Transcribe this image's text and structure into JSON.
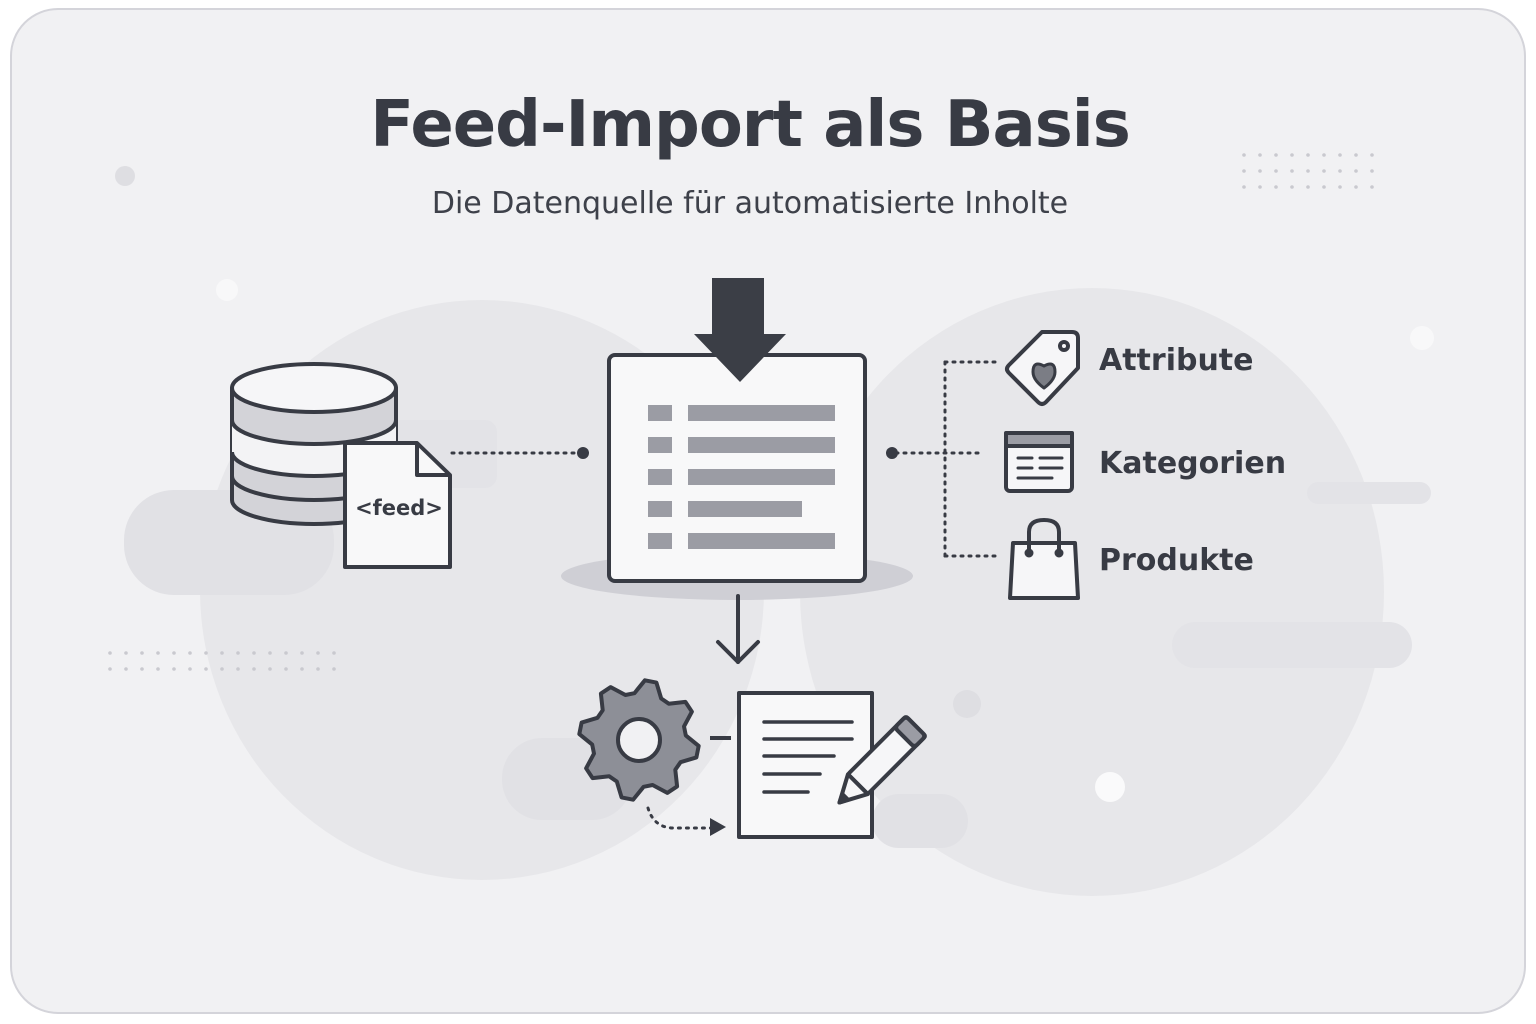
{
  "header": {
    "title": "Feed-Import als Basis",
    "subtitle": "Die Datenquelle für automatisierte Inholte"
  },
  "source": {
    "feed_tag": "<feed>",
    "icon": "database-with-feed-file-icon"
  },
  "center": {
    "icon": "import-document-icon"
  },
  "outputs": [
    {
      "label": "Attribute",
      "icon": "tag-icon"
    },
    {
      "label": "Kategorien",
      "icon": "category-window-icon"
    },
    {
      "label": "Produkte",
      "icon": "shopping-bag-icon"
    }
  ],
  "process": {
    "icons": [
      "gear-icon",
      "edit-document-icon"
    ]
  },
  "colors": {
    "background": "#f1f1f3",
    "stroke": "#383b44",
    "bars": "#9b9ca4"
  }
}
